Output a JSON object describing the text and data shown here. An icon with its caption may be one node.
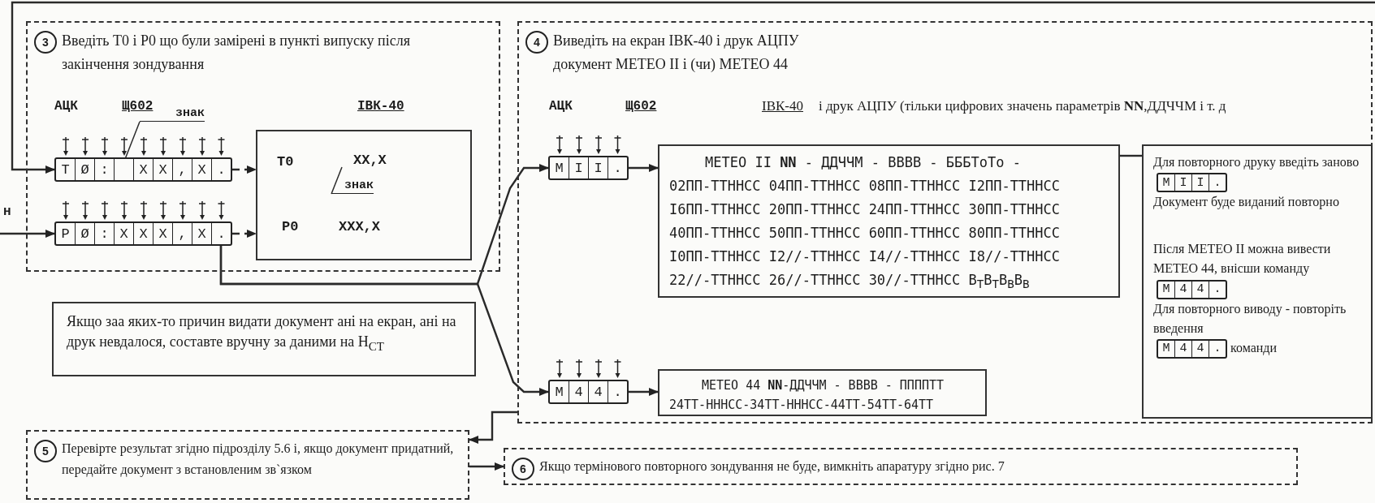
{
  "diagram": {
    "nodes": [
      {
        "text": [
          "3",
          "Введіть T0 і P0 що були замірені в пункті випуску після закінчення зондування"
        ]
      },
      {
        "text": [
          "знак"
        ],
        "in": 0
      },
      {
        "text": [
          "T",
          "Ø",
          ":",
          "X",
          "X",
          ",",
          "X",
          "."
        ],
        "in": 0
      },
      {
        "text": [
          "P",
          "Ø",
          ":",
          "X",
          "X",
          "X",
          ",",
          "X",
          "."
        ],
        "in": 0
      },
      {
        "text": [
          "T0",
          "XX,X",
          "P0",
          "XXX,X"
        ],
        "in": 0
      },
      {
        "text": [
          "знак"
        ],
        "in": 4
      },
      {
        "text": [
          "4",
          "Виведіть на екран ІВК-40 і друк АЦПУ документ МЕТЕО II і (чи) МЕТЕО 44"
        ]
      },
      {
        "text": [
          "M",
          "I",
          "I",
          "."
        ],
        "in": 6
      },
      {
        "text": [
          "МЕТЕО II **NN** - ДДЧЧМ - ВВВВ - БББТоТо -",
          "02ПП-ТТННСС 04ПП-ТТННСС 08ПП-ТТННСС I2ПП-ТТННСС",
          "I6ПП-ТТННСС 20ПП-ТТННСС 24ПП-ТТННСС 30ПП-ТТННСС",
          "40ПП-ТТННСС 50ПП-ТТННСС 60ПП-ТТННСС 80ПП-ТТННСС",
          "I0ПП-ТТННСС I2//-ТТННСС I4//-ТТННСС I8//-ТТННСС",
          "22//-ТТННСС 26//-ТТННСС 30//-ТТННСС В$_{Т}$В$_{Т}$В$_{В}$В$_{В}$"
        ],
        "in": 6
      },
      {
        "text": [
          "Для повторного друку введіть заново",
          "Документ буде виданий повторно",
          "Після МЕТЕО II можна вивести МЕТЕО 44, внісши команду",
          "Для повторного виводу - повторіть введення",
          "команди"
        ],
        "in": 6
      },
      {
        "text": [
          "M",
          "I",
          "I",
          "."
        ],
        "in": 9
      },
      {
        "text": [
          "M",
          "4",
          "4",
          "."
        ],
        "in": 9
      },
      {
        "text": [
          "M",
          "4",
          "4",
          "."
        ],
        "in": 9
      },
      {
        "text": [
          "M",
          "4",
          "4",
          "."
        ],
        "in": 6
      },
      {
        "text": [
          "МЕТЕО 44 **NN**-ДДЧЧМ - ВВВВ - ППППТТ",
          "24ТТ-НННСС-34ТТ-НННСС-44ТТ-54ТТ-64ТТ"
        ],
        "in": 6
      },
      {
        "text": [
          "Якщо заа яких-то причин видати документ ані на екран, ані на друк невдалося, составте вручну за даними на Н$_{СТ}$"
        ]
      },
      {
        "text": [
          "5",
          "Перевірте результат згідно підрозділу 5.6 і, якщо документ придатний, передайте документ з встановленим зв`язком"
        ]
      },
      {
        "text": [
          "6",
          "Якщо термінового повторного зондування не буде, вимкніть апаратуру згідно рис. 7"
        ]
      }
    ],
    "edges": [
      {
        "from": null,
        "to": 2,
        "arrow": "to"
      },
      {
        "from": null,
        "to": 3,
        "arrow": "to"
      },
      {
        "from": 2,
        "to": 4,
        "arrow": "to",
        "style": "dashed"
      },
      {
        "from": 3,
        "to": 4,
        "arrow": "to",
        "style": "dashed"
      },
      {
        "from": 1,
        "to": 2,
        "arrow": "none"
      },
      {
        "from": 5,
        "to": null,
        "arrow": "none"
      },
      {
        "from": 3,
        "to": 7,
        "arrow": "to"
      },
      {
        "from": 3,
        "to": 13,
        "arrow": "to"
      },
      {
        "from": 7,
        "to": 8,
        "arrow": "to"
      },
      {
        "from": 13,
        "to": 14,
        "arrow": "to"
      },
      {
        "from": 8,
        "to": 9,
        "arrow": "none"
      },
      {
        "from": 6,
        "to": 16,
        "arrow": "to"
      },
      {
        "from": 16,
        "to": 17,
        "arrow": "to"
      }
    ],
    "labels": [
      "н",
      "АЦК",
      "Щ602",
      "ІВК-40",
      "АЦК",
      "Щ602",
      "ІВК-40",
      "і друк АЦПУ (тільки цифрових значень параметрів **NN**,ДДЧЧМ і т. д"
    ]
  }
}
